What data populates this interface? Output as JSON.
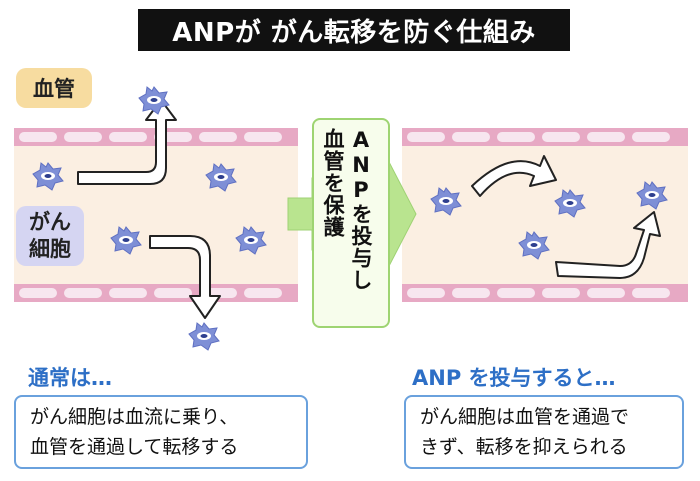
{
  "title": "ANPが がん転移を防ぐ仕組み",
  "labels": {
    "vessel": "血管",
    "cancer_line1": "がん",
    "cancer_line2": "細胞"
  },
  "center": {
    "col1": "ANPを投与し",
    "col2": "血管を保護"
  },
  "left_panel": {
    "heading": "通常は…",
    "line1": "がん細胞は血流に乗り、",
    "line2": "血管を通過して転移する"
  },
  "right_panel": {
    "heading": "ANP を投与すると…",
    "line1": "がん細胞は血管を通過で",
    "line2": "きず、転移を抑えられる"
  },
  "colors": {
    "vessel_wall": "#e7a9c4",
    "vessel_cell": "#f7e6ef",
    "lumen": "#fbefe2",
    "cancer_cell": "#7e8fd6",
    "cancer_nucleus": "#ffffff",
    "arrow_green": "#b9e48f",
    "heading_blue": "#2d6fc6"
  }
}
